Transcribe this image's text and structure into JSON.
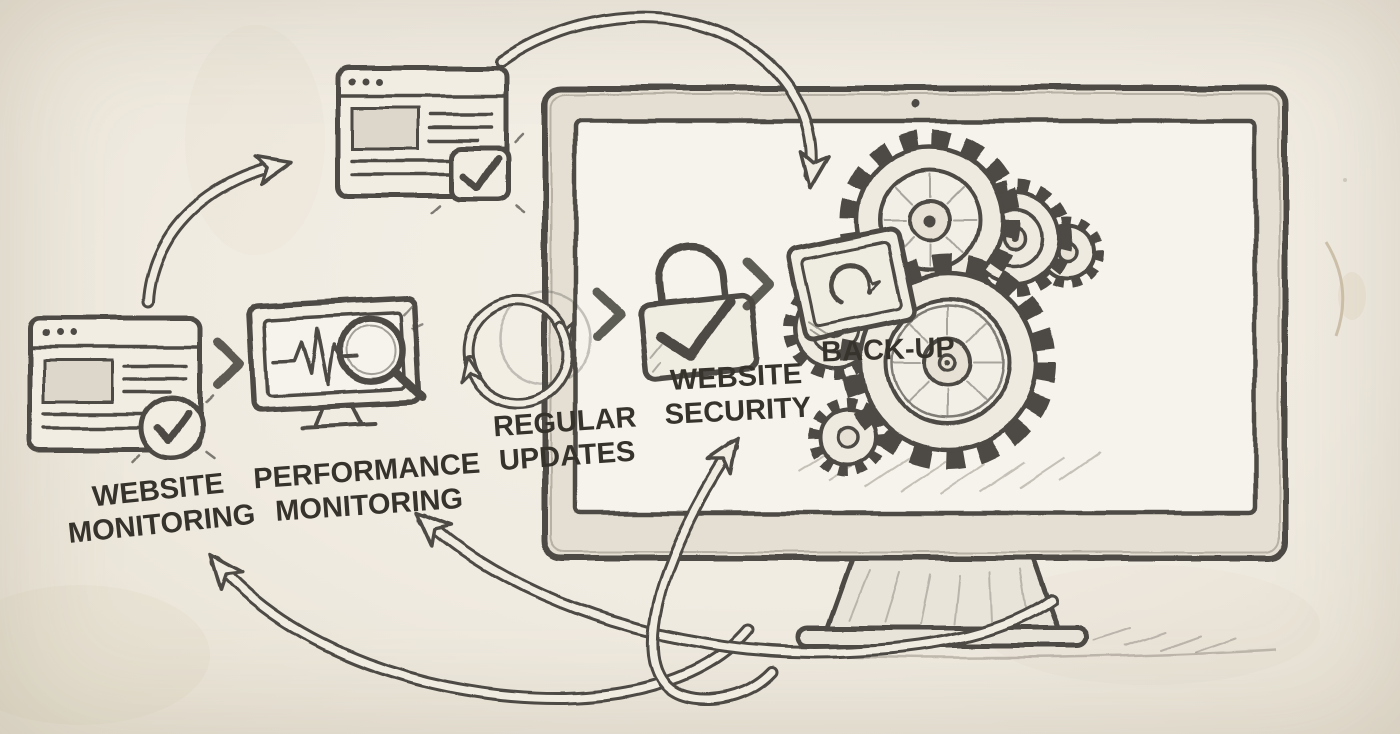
{
  "scene": {
    "colors": {
      "paper": "#f1ece1",
      "ink": "#4d4a44",
      "text": "#36322c",
      "screen": "#f6f3ec"
    }
  },
  "steps": [
    {
      "icon": "webpage-check-icon",
      "label": [
        "WEBSITE",
        "MONITORING"
      ]
    },
    {
      "icon": "performance-monitor-magnifier-icon",
      "label": [
        "PERFORMANCE",
        "MONITORING"
      ]
    },
    {
      "icon": "refresh-arrows-icon",
      "label": [
        "REGULAR",
        "UPDATES"
      ]
    },
    {
      "icon": "padlock-check-icon",
      "label": [
        "WEBSITE",
        "SECURITY"
      ]
    },
    {
      "icon": "backup-drive-icon",
      "label": [
        "BACK-UP"
      ]
    }
  ],
  "monitor": {
    "icon": "gears-icon"
  }
}
